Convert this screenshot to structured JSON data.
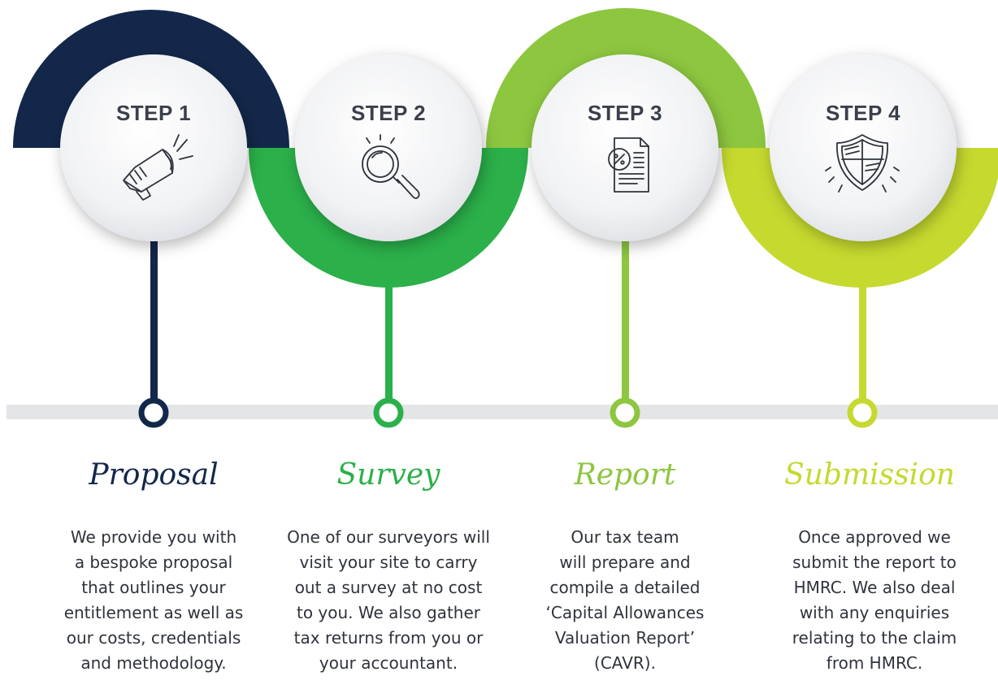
{
  "colors": {
    "navy": "#13274a",
    "green": "#2bb04a",
    "light_green": "#8dc63f",
    "yellow_green": "#c5d92f",
    "timeline": "#e4e5e7"
  },
  "steps": [
    {
      "label": "STEP 1",
      "icon": "megaphone-icon",
      "title": "Proposal",
      "color": "#13274a",
      "description_lines": [
        "We provide you with",
        "a bespoke proposal",
        "that outlines your",
        "entitlement as well as",
        "our costs, credentials",
        "and methodology."
      ]
    },
    {
      "label": "STEP 2",
      "icon": "magnifier-icon",
      "title": "Survey",
      "color": "#2bb04a",
      "description_lines": [
        "One of our surveyors will",
        "visit your site to carry",
        "out a survey at no cost",
        "to you. We also gather",
        "tax returns from you or",
        "your accountant."
      ]
    },
    {
      "label": "STEP 3",
      "icon": "report-document-icon",
      "title": "Report",
      "color": "#8dc63f",
      "description_lines": [
        "Our tax team",
        "will prepare and",
        "compile a detailed",
        "‘Capital Allowances",
        "Valuation Report’",
        "(CAVR)."
      ]
    },
    {
      "label": "STEP 4",
      "icon": "shield-icon",
      "title": "Submission",
      "color": "#c5d92f",
      "description_lines": [
        "Once approved we",
        "submit the report to",
        "HMRC. We also deal",
        "with any enquiries",
        "relating to the claim",
        "from HMRC."
      ]
    }
  ]
}
